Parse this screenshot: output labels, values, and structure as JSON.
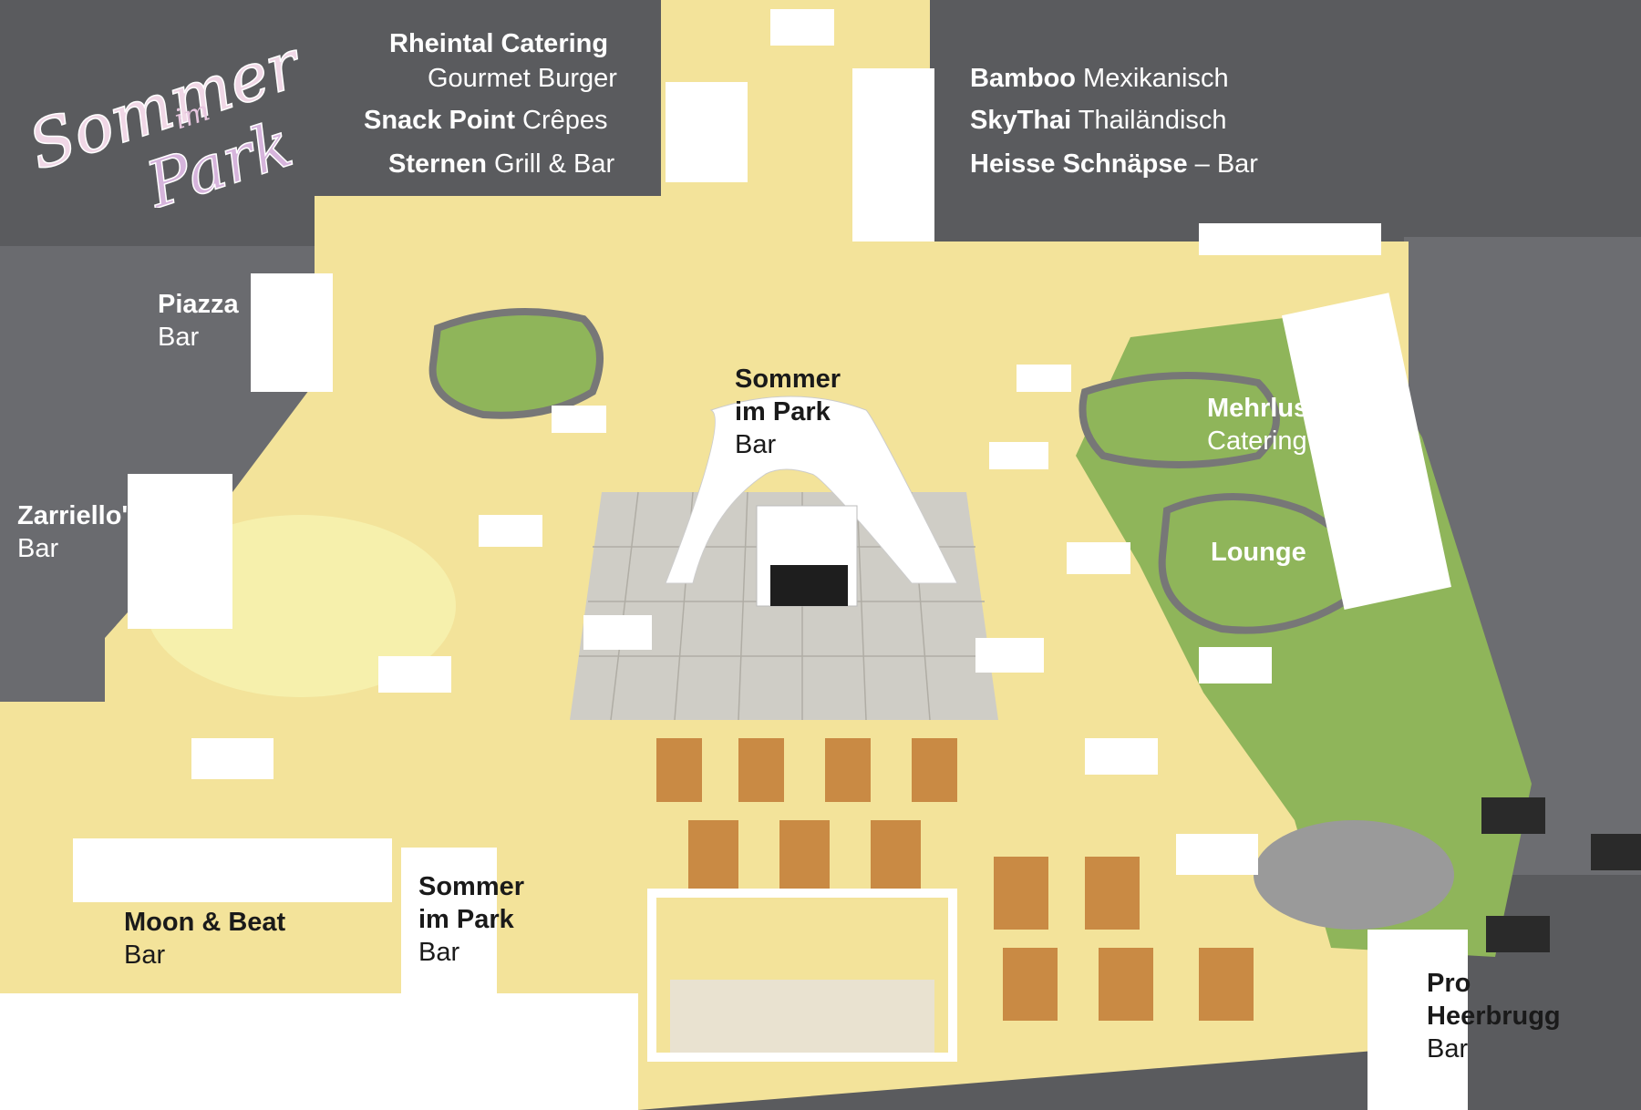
{
  "logo": {
    "line1": "Sommer",
    "line2": "im",
    "line3": "Park"
  },
  "vendors_left": [
    {
      "bold": "Rheintal Catering",
      "thin": ""
    },
    {
      "bold": "",
      "thin": "Gourmet Burger"
    },
    {
      "bold": "Snack Point",
      "thin": " Crêpes"
    },
    {
      "bold": "Sternen",
      "thin": " Grill & Bar"
    }
  ],
  "vendors_right": [
    {
      "bold": "Bamboo",
      "thin": " Mexikanisch"
    },
    {
      "bold": "SkyThai",
      "thin": " Thailändisch"
    },
    {
      "bold": "Heisse Schnäpse",
      "thin": " – Bar"
    }
  ],
  "areas": {
    "piazza": {
      "name": "Piazza",
      "type": "Bar"
    },
    "zarriello": {
      "name": "Zarriello's",
      "type": "Bar"
    },
    "center": {
      "name1": "Sommer",
      "name2": "im Park",
      "type": "Bar"
    },
    "mehrlust": {
      "name": "Mehrlust",
      "type": "Catering"
    },
    "lounge": {
      "name": "Lounge"
    },
    "moon": {
      "name": "Moon & Beat",
      "type": "Bar"
    },
    "sommer_bottom": {
      "name1": "Sommer",
      "name2": "im Park",
      "type": "Bar"
    },
    "pro": {
      "name1": "Pro",
      "name2": "Heerbrugg",
      "type": "Bar"
    }
  },
  "colors": {
    "ground": "#f3e39a",
    "building": "#5d5e62",
    "grass": "#8fb55a",
    "tent": "#ffffff",
    "stage_floor": "#cfcdc6"
  }
}
